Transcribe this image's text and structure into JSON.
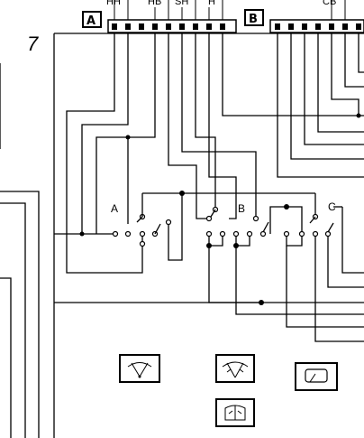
{
  "diagram": {
    "page_number": "7",
    "connector_a": {
      "label": "A",
      "top_labels": [
        "HH",
        "HB",
        "SH",
        "H"
      ]
    },
    "connector_b": {
      "label": "B",
      "top_labels": [
        "CB"
      ]
    },
    "switches": [
      {
        "label": "A"
      },
      {
        "label": "B"
      },
      {
        "label": "C"
      }
    ],
    "symbols": [
      {
        "icon": "wiper-icon"
      },
      {
        "icon": "wiper-washer-icon"
      },
      {
        "icon": "rear-wiper-icon"
      },
      {
        "icon": "washer-icon"
      }
    ]
  }
}
